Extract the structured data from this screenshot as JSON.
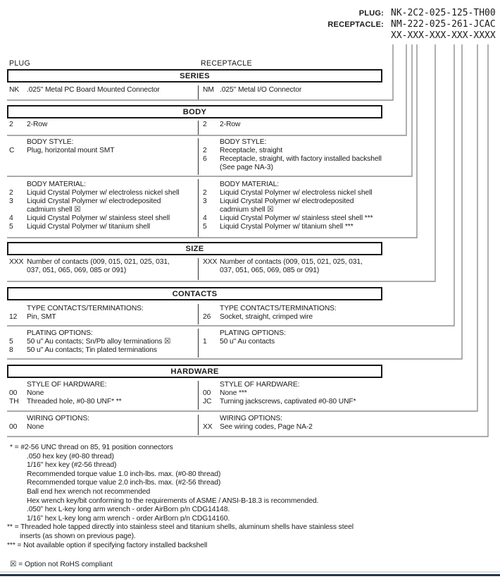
{
  "header": {
    "plug_label": "PLUG:",
    "plug_value": "NK-2C2-025-125-TH00",
    "receptacle_label": "RECEPTACLE:",
    "receptacle_value": "NM-222-025-261-JCAC",
    "mask_value": "XX-XXX-XXX-XXX-XXXX"
  },
  "columns": {
    "plug": "PLUG",
    "receptacle": "RECEPTACLE"
  },
  "sections": {
    "series": {
      "title": "SERIES",
      "left": {
        "code": "NK",
        "lines": [
          ".025\" Metal PC Board Mounted Connector"
        ]
      },
      "right": {
        "code": "NM",
        "lines": [
          ".025\" Metal I/O Connector"
        ]
      }
    },
    "body": {
      "title": "BODY",
      "rows": {
        "left": {
          "code": "2",
          "lines": [
            "2-Row"
          ]
        },
        "right": {
          "code": "2",
          "lines": [
            "2-Row"
          ]
        }
      },
      "style": {
        "label": "BODY STYLE:",
        "left": [
          {
            "code": "C",
            "lines": [
              "Plug, horizontal mount SMT"
            ]
          }
        ],
        "right": [
          {
            "code": "2",
            "lines": [
              "Receptacle, straight"
            ]
          },
          {
            "code": "6",
            "lines": [
              "Receptacle, straight, with factory installed backshell",
              "(See page NA-3)"
            ]
          }
        ]
      },
      "material": {
        "label": "BODY MATERIAL:",
        "left": [
          {
            "code": "2",
            "lines": [
              "Liquid Crystal Polymer w/ electroless nickel shell"
            ]
          },
          {
            "code": "3",
            "lines": [
              "Liquid Crystal Polymer w/ electrodeposited",
              "cadmium shell  ☒"
            ]
          },
          {
            "code": "4",
            "lines": [
              "Liquid Crystal Polymer w/ stainless steel shell"
            ]
          },
          {
            "code": "5",
            "lines": [
              "Liquid Crystal Polymer w/ titanium shell"
            ]
          }
        ],
        "right": [
          {
            "code": "2",
            "lines": [
              "Liquid Crystal Polymer w/ electroless nickel shell"
            ]
          },
          {
            "code": "3",
            "lines": [
              "Liquid Crystal Polymer w/ electrodeposited",
              "cadmium shell  ☒"
            ]
          },
          {
            "code": "4",
            "lines": [
              "Liquid Crystal Polymer w/ stainless steel shell ***"
            ]
          },
          {
            "code": "5",
            "lines": [
              "Liquid Crystal Polymer w/ titanium shell ***"
            ]
          }
        ]
      }
    },
    "size": {
      "title": "SIZE",
      "left": {
        "code": "XXX",
        "lines": [
          "Number of contacts (009, 015, 021, 025, 031,",
          "037, 051, 065, 069, 085 or 091)"
        ]
      },
      "right": {
        "code": "XXX",
        "lines": [
          "Number of contacts (009, 015, 021, 025, 031,",
          "037, 051, 065, 069, 085 or 091)"
        ]
      }
    },
    "contacts": {
      "title": "CONTACTS",
      "type": {
        "label": "TYPE CONTACTS/TERMINATIONS:",
        "left": [
          {
            "code": "12",
            "lines": [
              "Pin, SMT"
            ]
          }
        ],
        "right": [
          {
            "code": "26",
            "lines": [
              "Socket, straight, crimped wire"
            ]
          }
        ]
      },
      "plating": {
        "label": "PLATING OPTIONS:",
        "left": [
          {
            "code": "5",
            "lines": [
              "50 u\" Au contacts; Sn/Pb alloy terminations  ☒"
            ]
          },
          {
            "code": "8",
            "lines": [
              "50 u\" Au contacts; Tin plated terminations"
            ]
          }
        ],
        "right": [
          {
            "code": "1",
            "lines": [
              "50 u\" Au contacts"
            ]
          }
        ]
      }
    },
    "hardware": {
      "title": "HARDWARE",
      "style": {
        "label": "STYLE OF HARDWARE:",
        "left": [
          {
            "code": "00",
            "lines": [
              "None"
            ]
          },
          {
            "code": "TH",
            "lines": [
              "Threaded hole, #0-80 UNF*  **"
            ]
          }
        ],
        "right": [
          {
            "code": "00",
            "lines": [
              "None  ***"
            ]
          },
          {
            "code": "JC",
            "lines": [
              "Turning jackscrews, captivated #0-80 UNF*"
            ]
          }
        ]
      },
      "wiring": {
        "label": "WIRING OPTIONS:",
        "left": [
          {
            "code": "00",
            "lines": [
              "None"
            ]
          }
        ],
        "right": [
          {
            "code": "XX",
            "lines": [
              "See wiring codes, Page NA-2"
            ]
          }
        ]
      }
    }
  },
  "footnotes": {
    "lines": [
      "* = #2-56 UNC thread on 85, 91 position connectors",
      ".050 hex key (#0-80 thread)",
      "1/16\" hex key (#2-56 thread)",
      "Recommended torque value 1.0 inch-lbs. max. (#0-80 thread)",
      "Recommended torque value 2.0 inch-lbs. max. (#2-56 thread)",
      "Ball end hex wrench not recommended",
      "Hex wrench key/bit conforming to the requirements of ASME / ANSI-B-18.3 is recommended.",
      ".050” hex L-key long arm wrench - order AirBorn p/n CDG14148.",
      "1/16” hex L-key long arm wrench - order AirBorn p/n CDG14160.",
      "** = Threaded hole tapped directly into stainless steel and titanium shells, aluminum shells have stainless steel",
      "inserts (as shown on previous page).",
      "*** = Not available option if specifying factory installed backshell"
    ],
    "rohs": "☒ = Option not RoHS compliant"
  },
  "colors": {
    "footer_bar": "#223648",
    "leader_line": "#8f8f8f",
    "divider": "#3c3c3c"
  }
}
